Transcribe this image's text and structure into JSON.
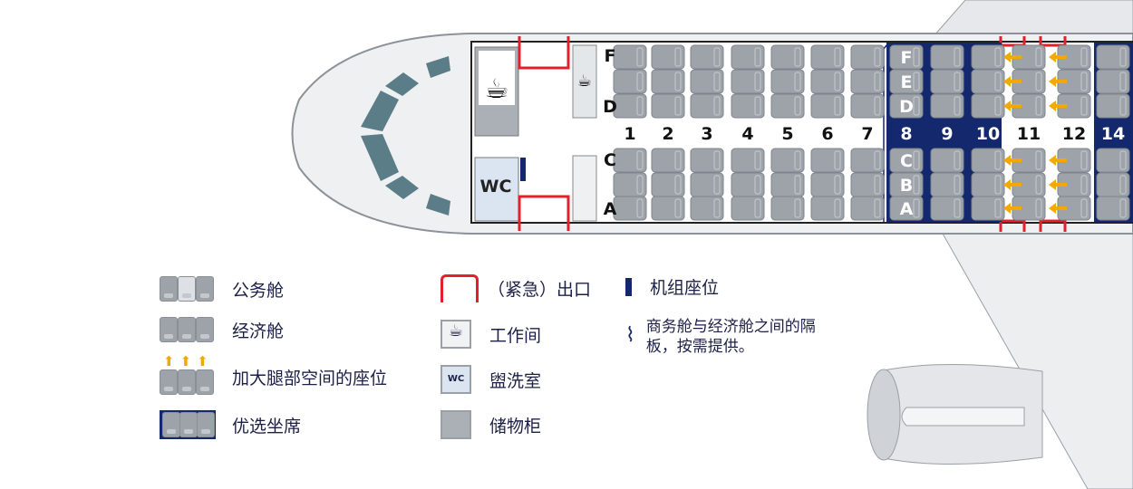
{
  "seatmap": {
    "rows": [
      "1",
      "2",
      "3",
      "4",
      "5",
      "6",
      "7",
      "8",
      "9",
      "10",
      "11",
      "12",
      "14"
    ],
    "preferred_rows": [
      "8",
      "9",
      "10",
      "14"
    ],
    "extra_legroom_rows": [
      "11",
      "12"
    ],
    "seat_letters_upper": [
      "F",
      "E",
      "D"
    ],
    "seat_letters_lower": [
      "C",
      "B",
      "A"
    ],
    "front_letters": {
      "f": "F",
      "d": "D",
      "c": "C",
      "a": "A"
    },
    "wc_label": "WC"
  },
  "legend": {
    "business": "公务舱",
    "economy": "经济舱",
    "extra_legroom": "加大腿部空间的座位",
    "preferred": "优选坐席",
    "exit": "（紧急）出口",
    "galley": "工作间",
    "lavatory": "盥洗室",
    "lavatory_icon": "WC",
    "storage": "储物柜",
    "crew_seat": "机组座位",
    "divider": "商务舱与经济舱之间的隔板，按需提供。"
  },
  "colors": {
    "preferred": "#14286e",
    "seat": "#9ea3aa",
    "exit": "#e0202a",
    "arrow": "#f5a800"
  }
}
